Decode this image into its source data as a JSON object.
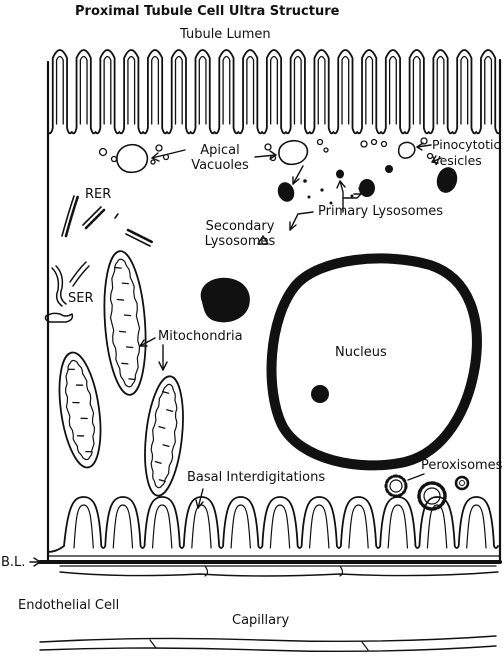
{
  "title": "Proximal Tubule Cell Ultra Structure",
  "labels": {
    "tubule_lumen": "Tubule Lumen",
    "apical_vacuoles": "Apical\nVacuoles",
    "pinocytotic_vesicles": "Pinocytotic\nVesicles",
    "rer": "RER",
    "primary_lysosomes": "Primary Lysosomes",
    "secondary_lysosomes": "Secondary\nLysosomes",
    "ser": "SER",
    "mitochondria": "Mitochondria",
    "nucleus": "Nucleus",
    "basal_interdigitations": "Basal Interdigitations",
    "peroxisomes": "Peroxisomes",
    "basal_lamina": "B.L.",
    "endothelial_cell": "Endothelial Cell",
    "capillary": "Capillary"
  },
  "colors": {
    "ink": "#111111",
    "background": "#ffffff"
  }
}
